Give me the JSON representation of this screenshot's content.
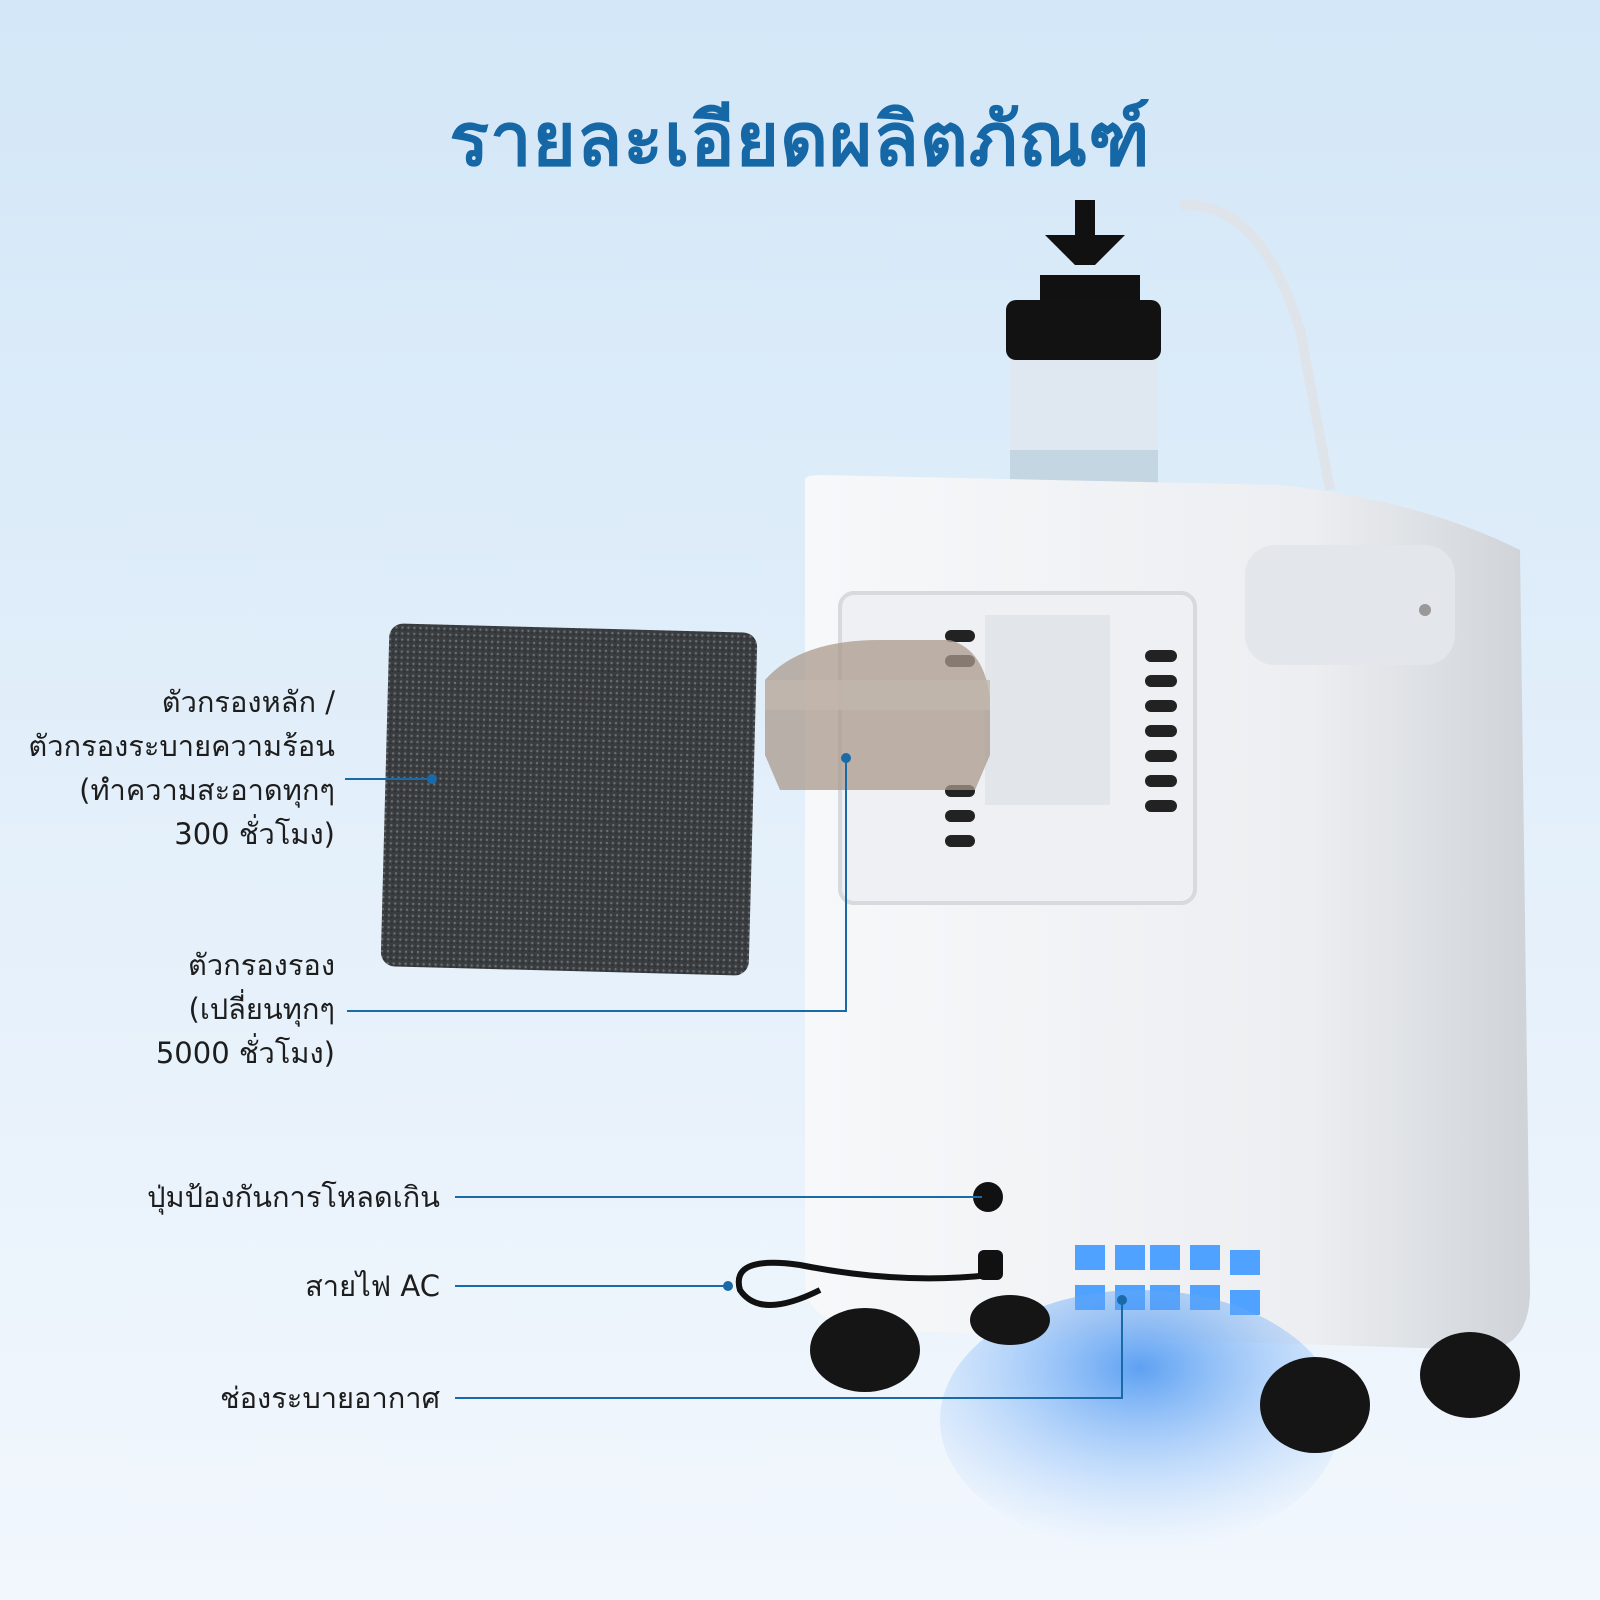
{
  "title": "รายละเอียดผลิตภัณฑ์",
  "callouts": [
    {
      "lines": [
        "ตัวกรองหลัก /",
        "ตัวกรองระบายความร้อน",
        "(ทำความสะอาดทุกๆ",
        "300 ชั่วโมง)"
      ]
    },
    {
      "lines": [
        "ตัวกรองรอง",
        "(เปลี่ยนทุกๆ",
        "5000 ชั่วโมง)"
      ]
    },
    {
      "text": "ปุ่มป้องกันการโหลดเกิน"
    },
    {
      "text": "สายไฟ AC"
    },
    {
      "text": "ช่องระบายอากาศ"
    }
  ],
  "colors": {
    "title": "#1667a6",
    "leader": "#1a6aa8",
    "airflow": "#3a8cf0"
  }
}
